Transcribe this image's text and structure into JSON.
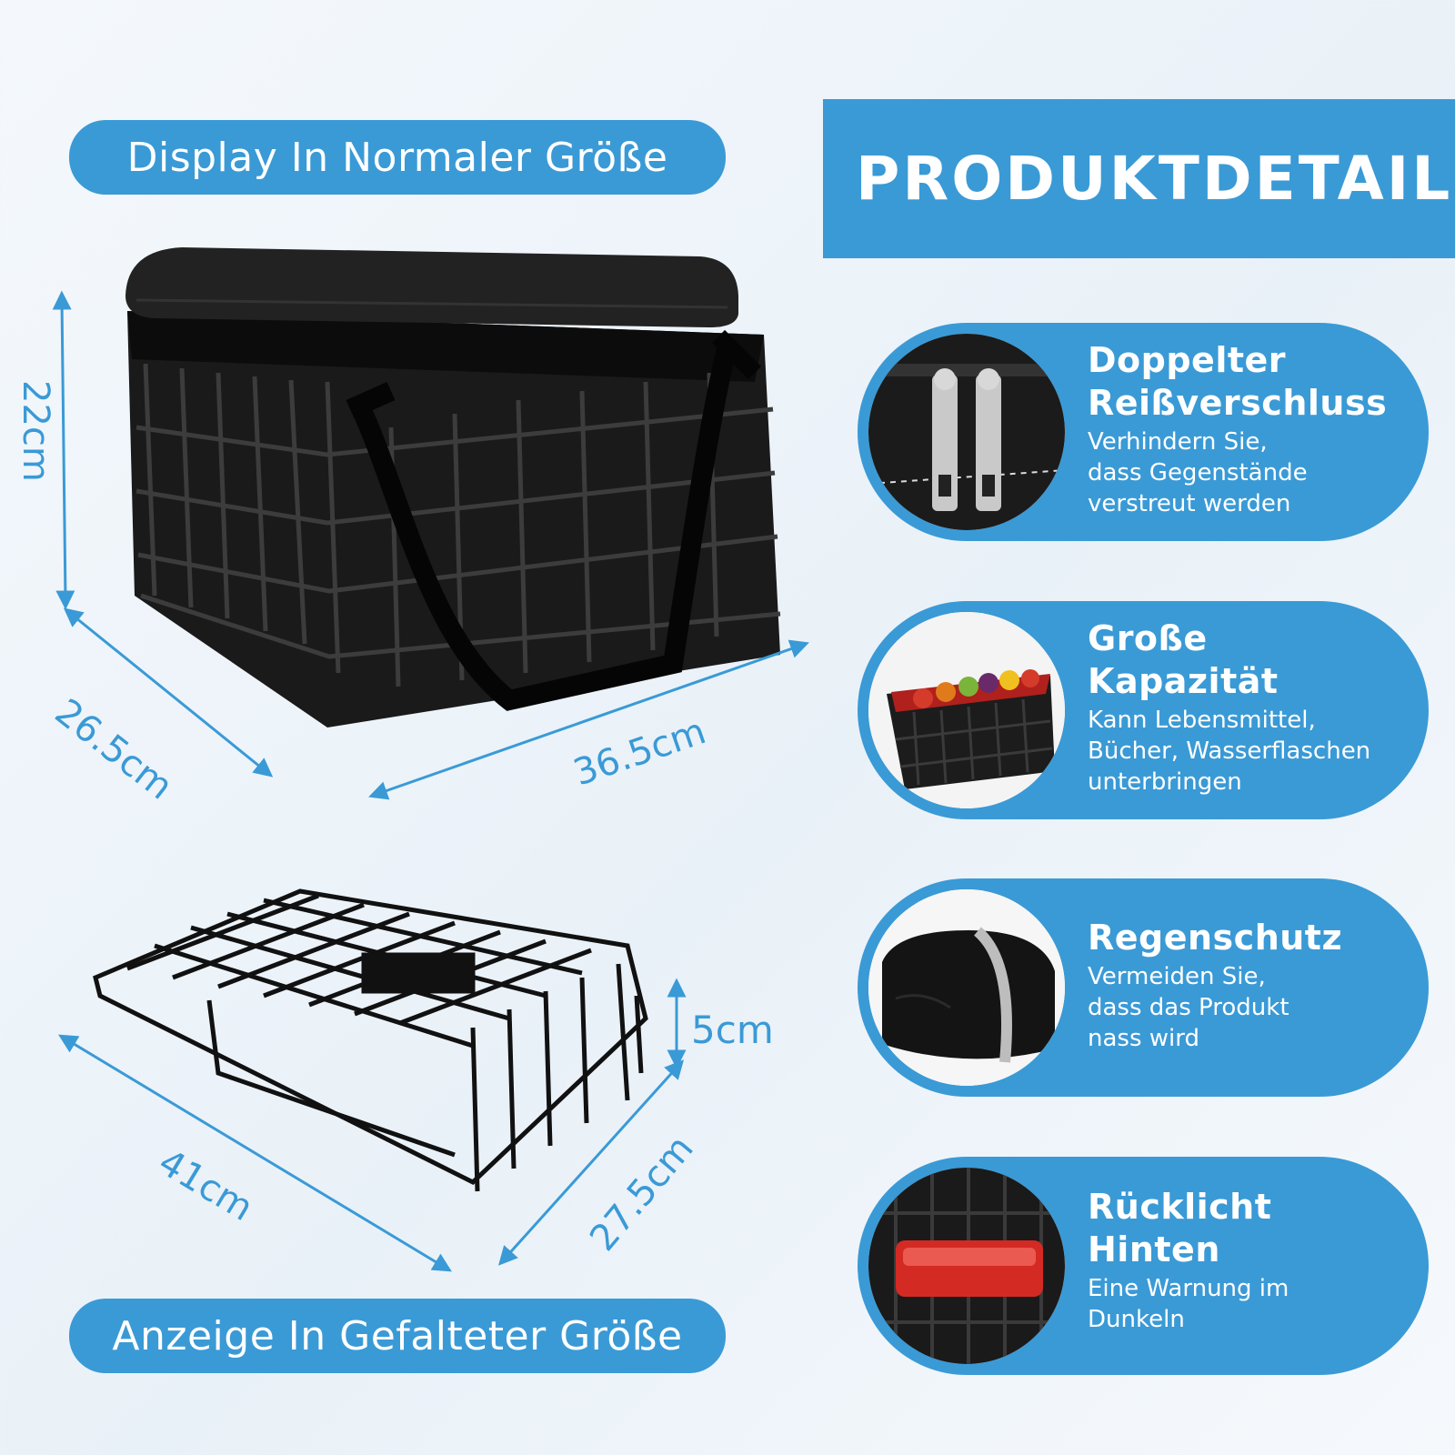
{
  "labels": {
    "normal_size": "Display In Normaler Größe",
    "folded_size": "Anzeige In Gefalteter Größe"
  },
  "header": {
    "title": "PRODUKTDETAILS"
  },
  "dimensions": {
    "height": "22cm",
    "depth": "26.5cm",
    "width": "36.5cm",
    "folded_height": "5cm",
    "folded_length": "41cm",
    "folded_width": "27.5cm"
  },
  "features": [
    {
      "title_line1": "Doppelter",
      "title_line2": "Reißverschluss",
      "desc_lines": [
        "Verhindern Sie,",
        "dass Gegenstände",
        "verstreut werden"
      ],
      "icon": "zipper-icon"
    },
    {
      "title_line1": "Große",
      "title_line2": "Kapazität",
      "desc_lines": [
        "Kann Lebensmittel,",
        "Bücher, Wasserflaschen",
        "unterbringen"
      ],
      "icon": "fruit-basket-icon"
    },
    {
      "title_line1": "Regenschutz",
      "title_line2": "",
      "desc_lines": [
        "Vermeiden Sie,",
        "dass das Produkt",
        "nass wird"
      ],
      "icon": "rain-cover-icon"
    },
    {
      "title_line1": "Rücklicht",
      "title_line2": "Hinten",
      "desc_lines": [
        "Eine Warnung im",
        "Dunkeln"
      ],
      "icon": "reflector-icon"
    }
  ],
  "colors": {
    "accent": "#3a9ad6",
    "product": "#141414",
    "reflector": "#d42a24"
  }
}
